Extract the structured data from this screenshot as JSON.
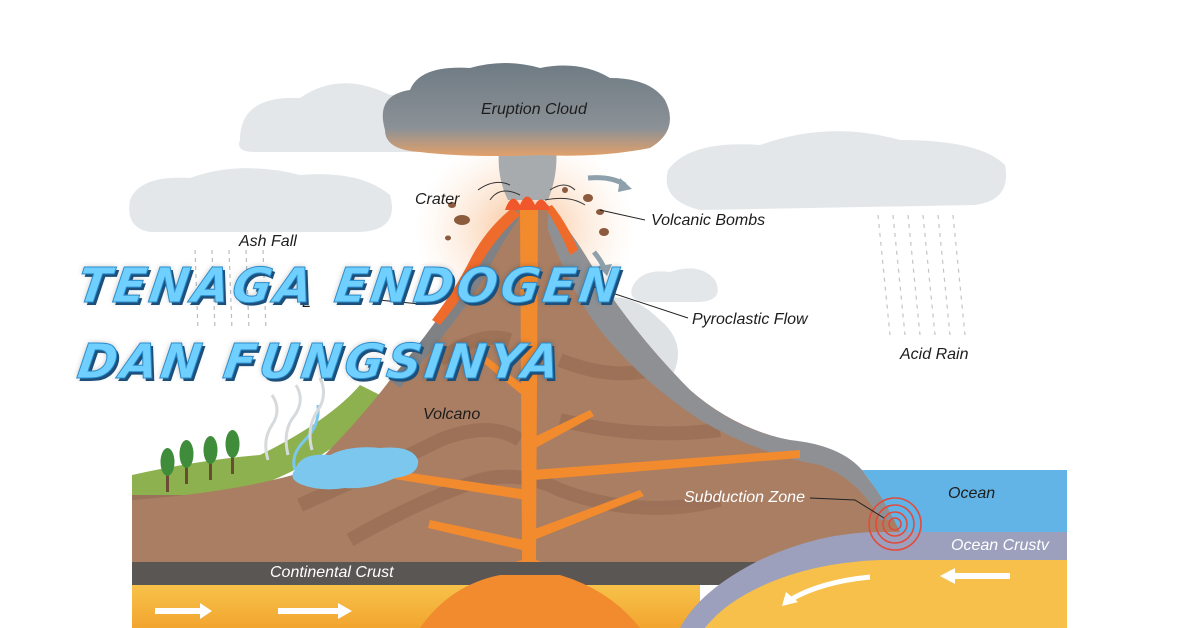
{
  "labels": {
    "eruption_cloud": "Eruption Cloud",
    "crater": "Crater",
    "volcanic_bombs": "Volcanic Bombs",
    "ash_fall": "Ash Fall",
    "lava_partial": "L   ",
    "pyroclastic_flow": "Pyroclastic Flow",
    "acid_rain": "Acid Rain",
    "volcano": "Volcano",
    "subduction_zone": "Subduction Zone",
    "ocean": "Ocean",
    "ocean_crust": "Ocean Crustv",
    "continental_crust": "Continental Crust"
  },
  "title": {
    "line1": "TENAGA ENDOGEN",
    "line2": "DAN FUNGSINYA"
  },
  "colors": {
    "cloud": "#e3e6e8",
    "eruption_cloud": "#7b858c",
    "mountain": "#a57b61",
    "ash_slope": "#8c8d90",
    "magma": "#f28a2e",
    "mantle": "#f6b93c",
    "continental_crust": "#5a5654",
    "ocean": "#62b3e6",
    "ocean_crust": "#9ca0bd",
    "grass": "#8db14e",
    "lake": "#7cc7ee",
    "title_fill": "#6fd0ff",
    "title_shadow": "#1c4f7a"
  }
}
